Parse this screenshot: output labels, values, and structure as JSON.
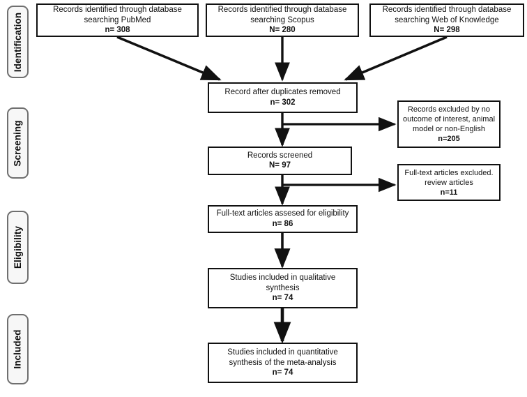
{
  "diagram": {
    "title": "PRISMA flow diagram",
    "stroke_color": "#111111",
    "tab_border_color": "#6f6f6f",
    "tab_fill_color": "#f7f7f7",
    "background": "#ffffff"
  },
  "stages": [
    {
      "label": "Identification"
    },
    {
      "label": "Screening"
    },
    {
      "label": "Eligibility"
    },
    {
      "label": "Included"
    }
  ],
  "sources": [
    {
      "line1": "Records identified through database",
      "line2": "searching PubMed",
      "count": "n= 308"
    },
    {
      "line1": "Records identified through database",
      "line2": "searching Scopus",
      "count": "N= 280"
    },
    {
      "line1": "Records identified through database",
      "line2": "searching Web of Knowledge",
      "count": "N= 298"
    }
  ],
  "flow": {
    "duplicates_removed": {
      "line1": "Record after duplicates removed",
      "count": "n= 302"
    },
    "records_screened": {
      "line1": "Records screened",
      "count": "N= 97"
    },
    "full_text_assessed": {
      "line1": "Full-text articles assesed for eligibility",
      "count": "n= 86"
    },
    "qualitative_synthesis": {
      "line1": "Studies included in qualitative",
      "line2": "synthesis",
      "count": "n= 74"
    },
    "quantitative_synthesis": {
      "line1": "Studies included in quantitative",
      "line2": "synthesis of the meta-analysis",
      "count": "n= 74"
    }
  },
  "exclusions": [
    {
      "line1": "Records excluded by no",
      "line2": "outcome of interest, animal",
      "line3": "model or non-English",
      "count": "n=205"
    },
    {
      "line1": "Full-text articles excluded.",
      "line2": "review articles",
      "line3": "",
      "count": "n=11"
    }
  ],
  "chart_data": {
    "type": "diagram",
    "title": "PRISMA flow diagram",
    "nodes": [
      {
        "id": "pubmed",
        "label": "Records identified through database searching PubMed",
        "value": 308,
        "value_label": "n= 308",
        "stage": "Identification"
      },
      {
        "id": "scopus",
        "label": "Records identified through database searching Scopus",
        "value": 280,
        "value_label": "N= 280",
        "stage": "Identification"
      },
      {
        "id": "wok",
        "label": "Records identified through database searching Web of Knowledge",
        "value": 298,
        "value_label": "N= 298",
        "stage": "Identification"
      },
      {
        "id": "dedup",
        "label": "Record after duplicates removed",
        "value": 302,
        "value_label": "n= 302",
        "stage": "Screening"
      },
      {
        "id": "screened",
        "label": "Records screened",
        "value": 97,
        "value_label": "N= 97",
        "stage": "Screening"
      },
      {
        "id": "excluded1",
        "label": "Records excluded by no outcome of interest, animal model or non-English",
        "value": 205,
        "value_label": "n=205",
        "stage": "Screening"
      },
      {
        "id": "fulltext",
        "label": "Full-text articles assesed for eligibility",
        "value": 86,
        "value_label": "n= 86",
        "stage": "Eligibility"
      },
      {
        "id": "excluded2",
        "label": "Full-text articles excluded. review articles",
        "value": 11,
        "value_label": "n=11",
        "stage": "Eligibility"
      },
      {
        "id": "qualitative",
        "label": "Studies included in qualitative synthesis",
        "value": 74,
        "value_label": "n= 74",
        "stage": "Included"
      },
      {
        "id": "quantitative",
        "label": "Studies included in quantitative synthesis of the meta-analysis",
        "value": 74,
        "value_label": "n= 74",
        "stage": "Included"
      }
    ],
    "edges": [
      {
        "from": "pubmed",
        "to": "dedup"
      },
      {
        "from": "scopus",
        "to": "dedup"
      },
      {
        "from": "wok",
        "to": "dedup"
      },
      {
        "from": "dedup",
        "to": "screened"
      },
      {
        "from": "dedup",
        "to": "excluded1"
      },
      {
        "from": "screened",
        "to": "fulltext"
      },
      {
        "from": "screened",
        "to": "excluded2"
      },
      {
        "from": "fulltext",
        "to": "qualitative"
      },
      {
        "from": "qualitative",
        "to": "quantitative"
      }
    ]
  }
}
